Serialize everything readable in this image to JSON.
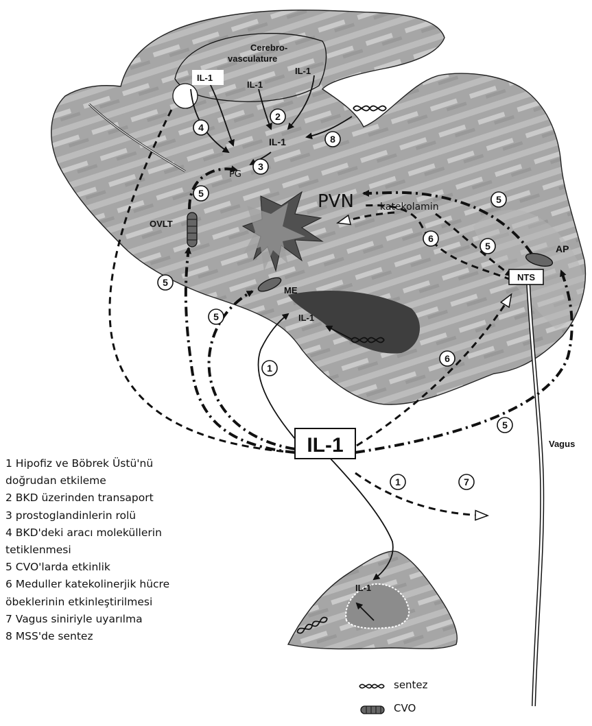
{
  "labels": {
    "cerebro_line1": "Cerebro-",
    "cerebro_line2": "vasculature",
    "il1": "IL-1",
    "pg": "PG",
    "pvn": "PVN",
    "katekolamin": "katekolamin",
    "ovlt": "OVLT",
    "me": "ME",
    "ap": "AP",
    "nts": "NTS",
    "vagus": "Vagus"
  },
  "numbers": [
    "1",
    "2",
    "3",
    "4",
    "5",
    "6",
    "7",
    "8"
  ],
  "legend": [
    "1 Hipofiz ve Böbrek Üstü'nü",
    "doğrudan etkileme",
    "2 BKD üzerinden transaport",
    "3 prostoglandinlerin rolü",
    "4 BKD'deki aracı moleküllerin",
    "tetiklenmesi",
    "5 CVO'larda etkinlik",
    "6 Meduller katekolinerjik hücre",
    "öbeklerinin etkinleştirilmesi",
    "7 Vagus siniriyle uyarılma",
    "8 MSS'de sentez"
  ],
  "key": {
    "synthesis_label": "sentez",
    "cvo_label": "CVO",
    "synthesis_icon": "dna-helix-icon",
    "cvo_icon": "cvo-striped-oval-icon"
  },
  "colors": {
    "brain_fill": "#a9a9a9",
    "brain_stripe": "#c4c4c4",
    "pvn_dark": "#4a4a4a",
    "ink": "#111111"
  }
}
